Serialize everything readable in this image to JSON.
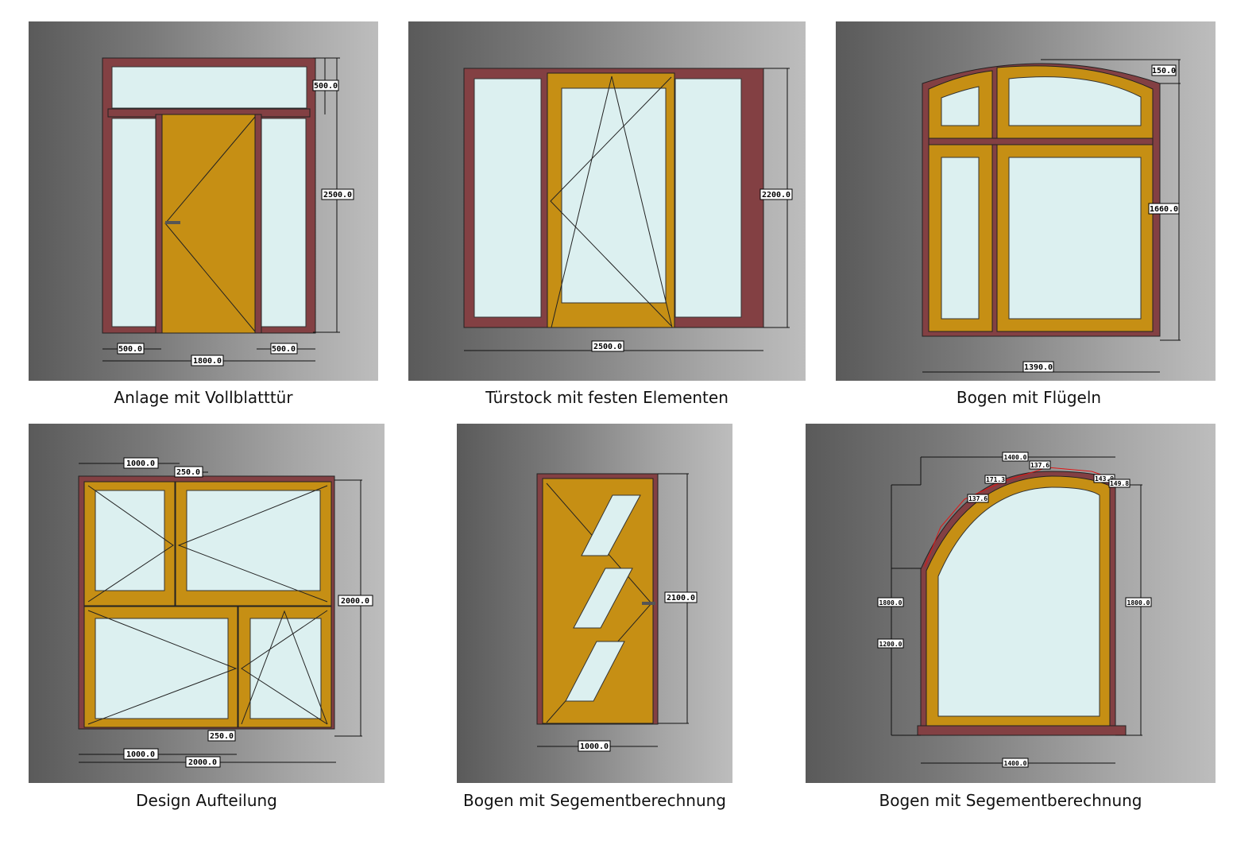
{
  "panels": [
    {
      "caption": "Anlage mit Vollblatttür",
      "dimensions": {
        "top_light_height": "500.0",
        "total_height": "2500.0",
        "left_side_width": "500.0",
        "right_side_width": "500.0",
        "total_width": "1800.0"
      }
    },
    {
      "caption": "Türstock mit festen Elementen",
      "dimensions": {
        "total_height": "2200.0",
        "total_width": "2500.0"
      }
    },
    {
      "caption": "Bogen mit Flügeln",
      "dimensions": {
        "arch_rise": "150.0",
        "side_height": "1660.0",
        "total_width": "1390.0"
      }
    },
    {
      "caption": "Design Aufteilung",
      "dimensions": {
        "top_split": "1000.0",
        "top_offset": "250.0",
        "total_height": "2000.0",
        "bottom_offset": "250.0",
        "bottom_split": "1000.0",
        "total_width": "2000.0"
      }
    },
    {
      "caption": "Bogen mit Segementberechnung",
      "dimensions": {
        "total_height": "2100.0",
        "total_width": "1000.0"
      }
    },
    {
      "caption": "Bogen mit Segementberechnung",
      "dimensions": {
        "top_width": "1400.0",
        "left_total_height": "1800.0",
        "left_spring_height": "1200.0",
        "right_height": "1800.0",
        "bottom_width": "1400.0",
        "segments": [
          "137.6",
          "171.3",
          "137.6",
          "143.9",
          "149.8"
        ]
      }
    }
  ],
  "colors": {
    "frame": "#834043",
    "sash": "#c68f14",
    "glass": "#dcf0f0"
  }
}
